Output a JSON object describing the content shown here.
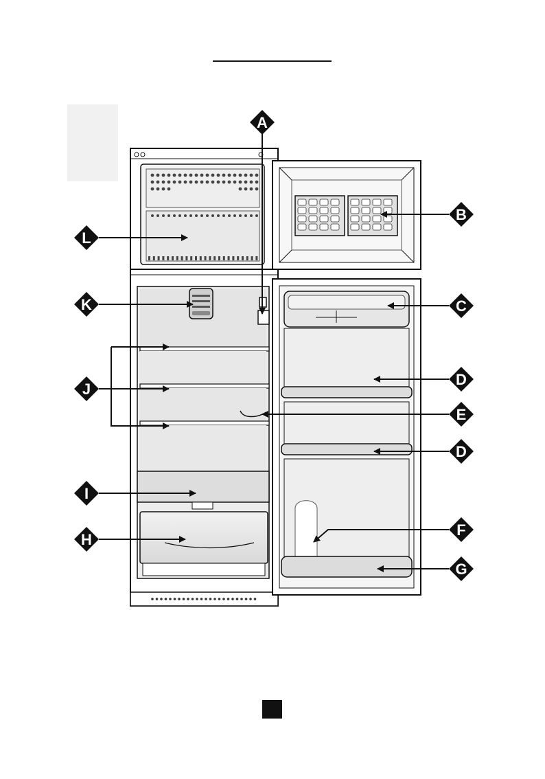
{
  "colors": {
    "ink": "#111111",
    "shelf": "#e6e6e6",
    "panel": "#f6f6f6",
    "paper": "#ffffff"
  },
  "callouts": [
    {
      "id": "A",
      "label": "A"
    },
    {
      "id": "B",
      "label": "B"
    },
    {
      "id": "C",
      "label": "C"
    },
    {
      "id": "D1",
      "label": "D"
    },
    {
      "id": "E",
      "label": "E"
    },
    {
      "id": "D2",
      "label": "D"
    },
    {
      "id": "F",
      "label": "F"
    },
    {
      "id": "G",
      "label": "G"
    },
    {
      "id": "L",
      "label": "L"
    },
    {
      "id": "K",
      "label": "K"
    },
    {
      "id": "J",
      "label": "J"
    },
    {
      "id": "I",
      "label": "I"
    },
    {
      "id": "H",
      "label": "H"
    }
  ]
}
